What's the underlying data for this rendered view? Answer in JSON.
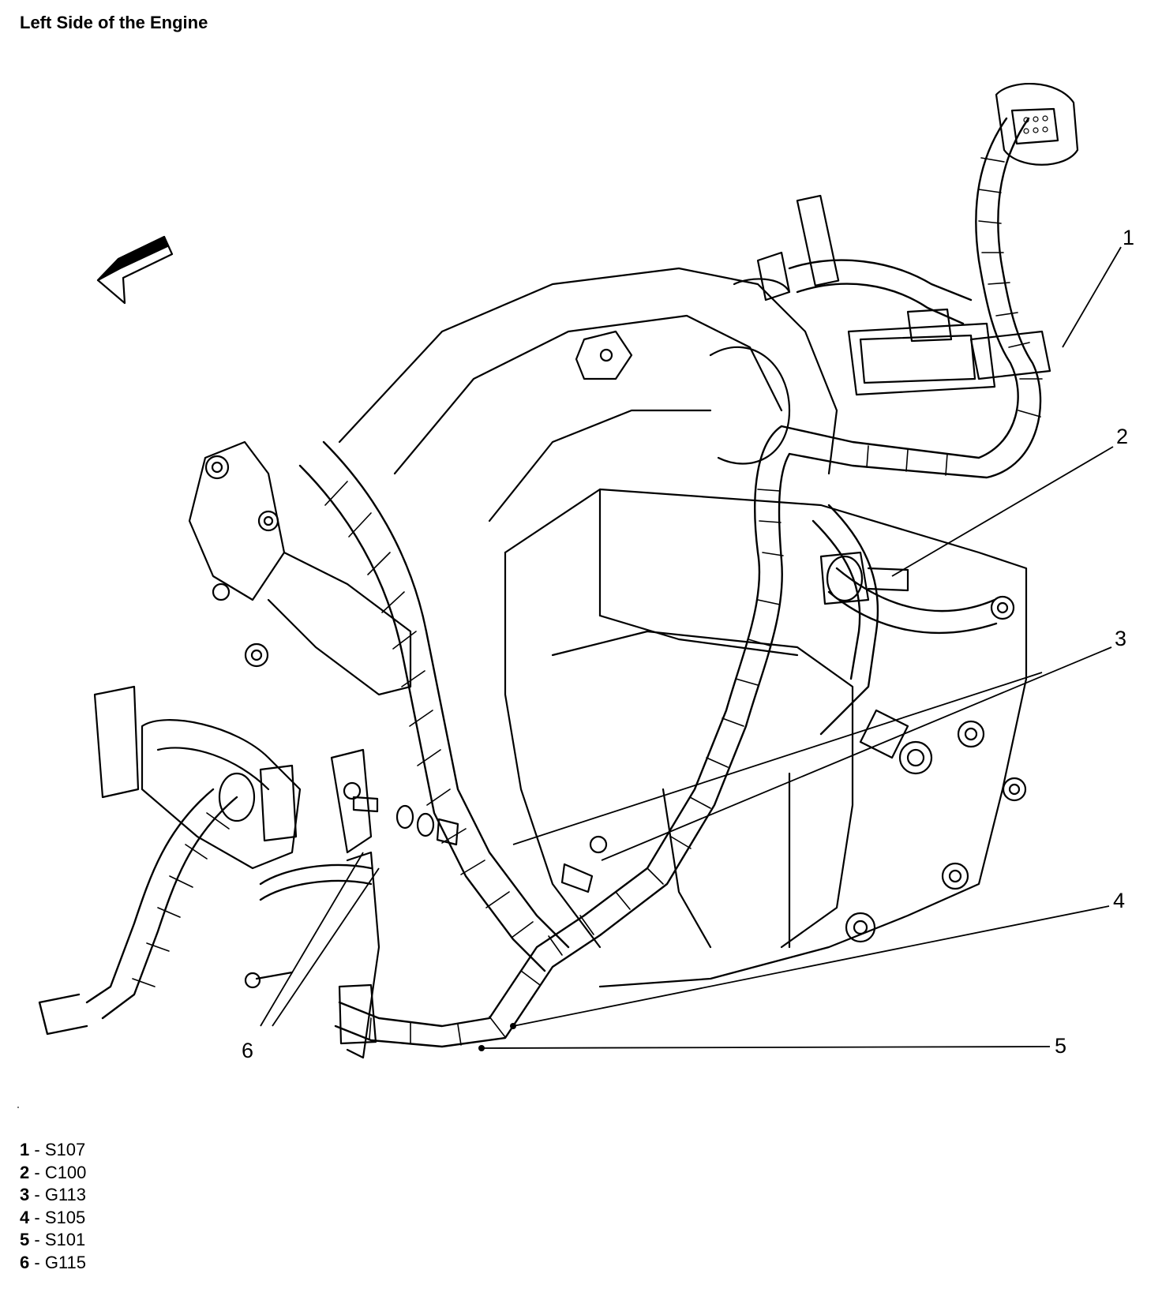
{
  "title": "Left Side of the Engine",
  "callouts": [
    {
      "number": "1"
    },
    {
      "number": "2"
    },
    {
      "number": "3"
    },
    {
      "number": "4"
    },
    {
      "number": "5"
    },
    {
      "number": "6"
    }
  ],
  "legend": [
    {
      "number": "1",
      "separator": " - ",
      "label": "S107"
    },
    {
      "number": "2",
      "separator": " - ",
      "label": "C100"
    },
    {
      "number": "3",
      "separator": " - ",
      "label": "G113"
    },
    {
      "number": "4",
      "separator": " - ",
      "label": "S105"
    },
    {
      "number": "5",
      "separator": " - ",
      "label": "S101"
    },
    {
      "number": "6",
      "separator": " - ",
      "label": "G115"
    }
  ]
}
